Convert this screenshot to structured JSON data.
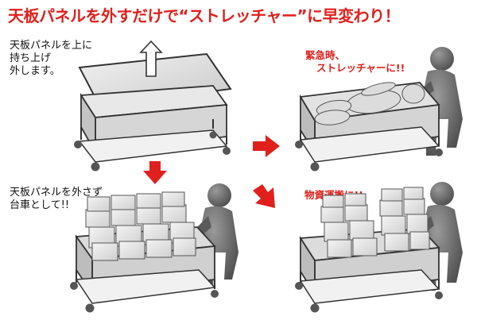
{
  "headline": "天板パネルを外すだけで“ストレッチャー”に早変わり！",
  "captions": {
    "top_left": [
      "天板パネルを上に",
      "持ち上げ",
      "外します。"
    ],
    "bottom_left": [
      "天板パネルを外さず",
      "台車として!!"
    ],
    "top_right": [
      "緊急時、",
      "ストレッチャーに!!"
    ],
    "bottom_right": [
      "物資運搬に!!"
    ]
  },
  "colors": {
    "headline": "#e0201c",
    "arrow": "#e0201c",
    "person": "#6b6b6b",
    "cart_line": "#333333",
    "panel": "#d9d9d9"
  }
}
